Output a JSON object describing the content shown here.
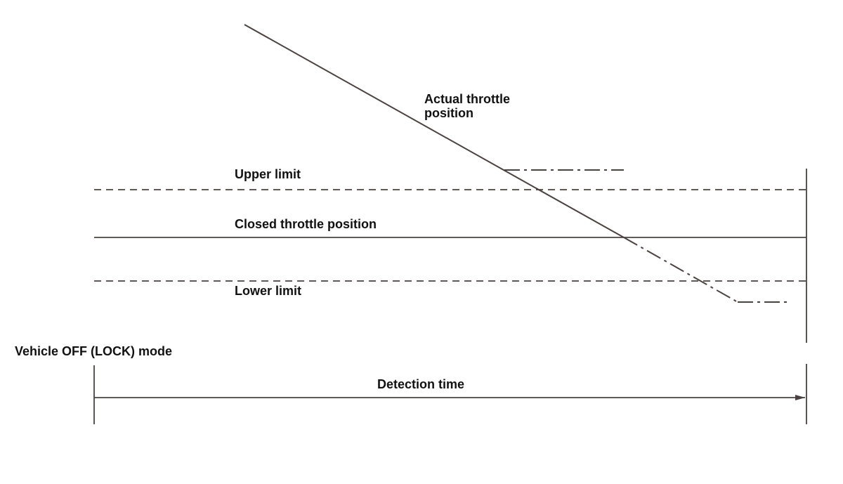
{
  "labels": {
    "actual_throttle_line1": "Actual throttle",
    "actual_throttle_line2": "position",
    "upper_limit": "Upper limit",
    "closed_throttle": "Closed throttle position",
    "lower_limit": "Lower limit",
    "vehicle_off": "Vehicle OFF (LOCK) mode",
    "detection_time": "Detection time"
  },
  "colors": {
    "line": "#4a4240",
    "text": "#111111",
    "background": "#ffffff"
  }
}
